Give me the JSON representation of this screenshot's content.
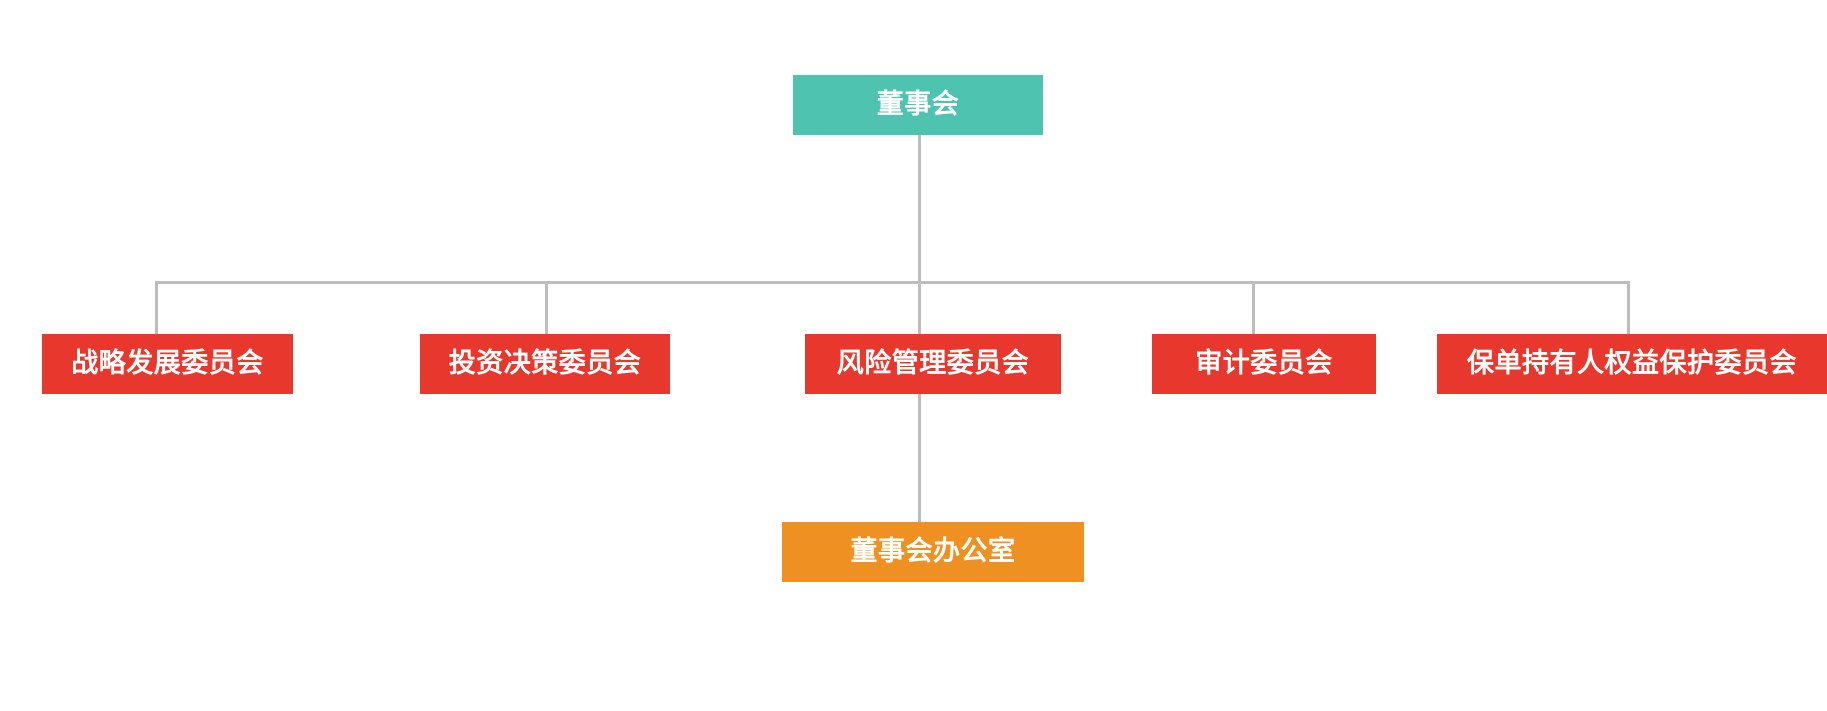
{
  "chart": {
    "type": "org-chart",
    "orientation": "top-down",
    "background_color": "#ffffff",
    "connector_color": "#bdbdbd"
  },
  "root": {
    "label": "董事会",
    "color": "#4ec3b0",
    "text_color": "#ffffff"
  },
  "committees": [
    {
      "label": "战略发展委员会",
      "color": "#e8372c",
      "text_color": "#ffffff"
    },
    {
      "label": "投资决策委员会",
      "color": "#e8372c",
      "text_color": "#ffffff"
    },
    {
      "label": "风险管理委员会",
      "color": "#e8372c",
      "text_color": "#ffffff"
    },
    {
      "label": "审计委员会",
      "color": "#e8372c",
      "text_color": "#ffffff"
    },
    {
      "label": "保单持有人权益保护委员会",
      "color": "#e8372c",
      "text_color": "#ffffff"
    }
  ],
  "office": {
    "label": "董事会办公室",
    "color": "#ef9122",
    "text_color": "#ffffff"
  }
}
